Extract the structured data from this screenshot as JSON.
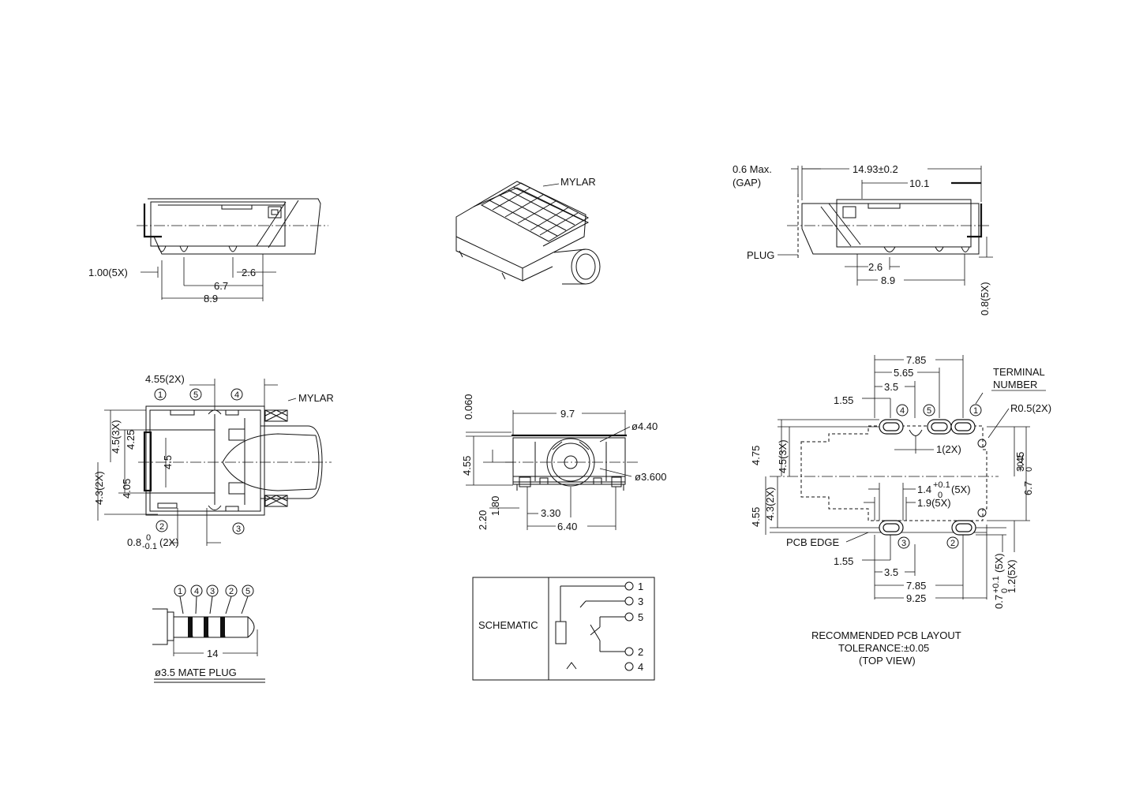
{
  "side_view_left": {
    "dims": [
      "1.00(5X)",
      "2.6",
      "6.7",
      "8.9"
    ]
  },
  "iso_view": {
    "mylar_label": "MYLAR"
  },
  "side_view_right": {
    "gap_label_1": "0.6 Max.",
    "gap_label_2": "(GAP)",
    "plug_label": "PLUG",
    "dims": [
      "14.93±0.2",
      "10.1",
      "2.6",
      "8.9",
      "0.8(5X)"
    ]
  },
  "top_view": {
    "dim_455": "4.55(2X)",
    "mylar_label": "MYLAR",
    "dims_left": [
      "4.5(3X)",
      "4.25",
      "4.5",
      "4.3(2X)",
      "4.05"
    ],
    "dim_bottom": "0.8",
    "dim_bottom_tol_upper": "0",
    "dim_bottom_tol_lower": "-0.1",
    "dim_bottom_suffix": "(2X)",
    "terminals": [
      "1",
      "5",
      "4",
      "2",
      "3"
    ]
  },
  "front_view": {
    "dim_top_thk": "0.060",
    "dim_width": "9.7",
    "dim_dia_outer": "ø4.40",
    "dim_dia_inner": "ø3.600",
    "dim_height": "4.55",
    "dim_220": "2.20",
    "dim_180": "1.80",
    "dim_330": "3.30",
    "dim_640": "6.40"
  },
  "pcb_layout": {
    "terminal_label_1": "TERMINAL",
    "terminal_label_2": "NUMBER",
    "radius_label": "R0.5(2X)",
    "dims_top": [
      "7.85",
      "5.65",
      "3.5",
      "1.55"
    ],
    "dim_1_2x": "1(2X)",
    "dims_left": [
      "4.75",
      "4.5(3X)",
      "4.55",
      "4.3(2X)"
    ],
    "dims_right": [
      "3.45",
      "6.7"
    ],
    "dim_67_tol_upper": "+0.1",
    "dim_67_tol_lower": "0",
    "dim_14": "1.4",
    "dim_14_tol_upper": "+0.1",
    "dim_14_tol_lower": "0",
    "dim_14_suffix": "(5X)",
    "dim_19": "1.9(5X)",
    "pcb_edge": "PCB EDGE",
    "dims_bottom": [
      "1.55",
      "3.5",
      "7.85",
      "9.25"
    ],
    "dim_07": "0.7",
    "dim_07_tol_upper": "+0.1",
    "dim_07_tol_lower": "0",
    "dim_07_suffix": "(5X)",
    "dim_12": "1.2(5X)",
    "terminals": [
      "4",
      "5",
      "1",
      "3",
      "2"
    ],
    "caption_1": "RECOMMENDED PCB LAYOUT",
    "caption_2": "TOLERANCE:±0.05",
    "caption_3": "(TOP VIEW)"
  },
  "mate_plug": {
    "contacts": [
      "1",
      "4",
      "3",
      "2",
      "5"
    ],
    "dim_length": "14",
    "caption": "ø3.5 MATE PLUG"
  },
  "schematic": {
    "label": "SCHEMATIC",
    "pins": [
      "1",
      "3",
      "5",
      "2",
      "4"
    ]
  }
}
